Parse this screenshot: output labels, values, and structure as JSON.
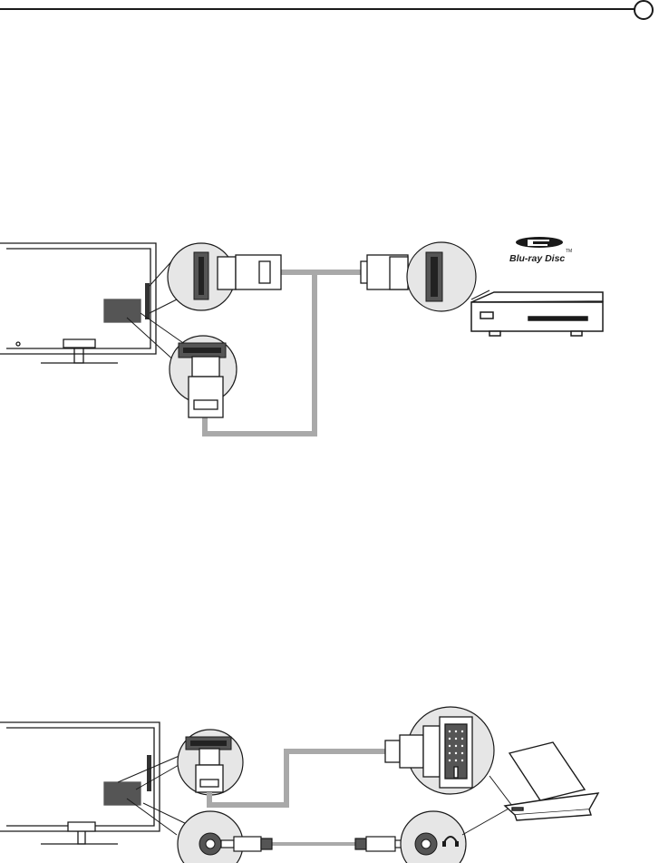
{
  "header": {
    "rule": "decorative-header-line"
  },
  "diagram1": {
    "logo": {
      "text": "Blu-ray Disc",
      "trademark": "TM"
    },
    "cable_color": "#a9a9a9"
  },
  "diagram2": {
    "cable_color": "#a9a9a9"
  },
  "colors": {
    "line": "#1a1a1a",
    "cable": "#a9a9a9",
    "port": "#555555",
    "bubble": "#e6e6e6"
  }
}
